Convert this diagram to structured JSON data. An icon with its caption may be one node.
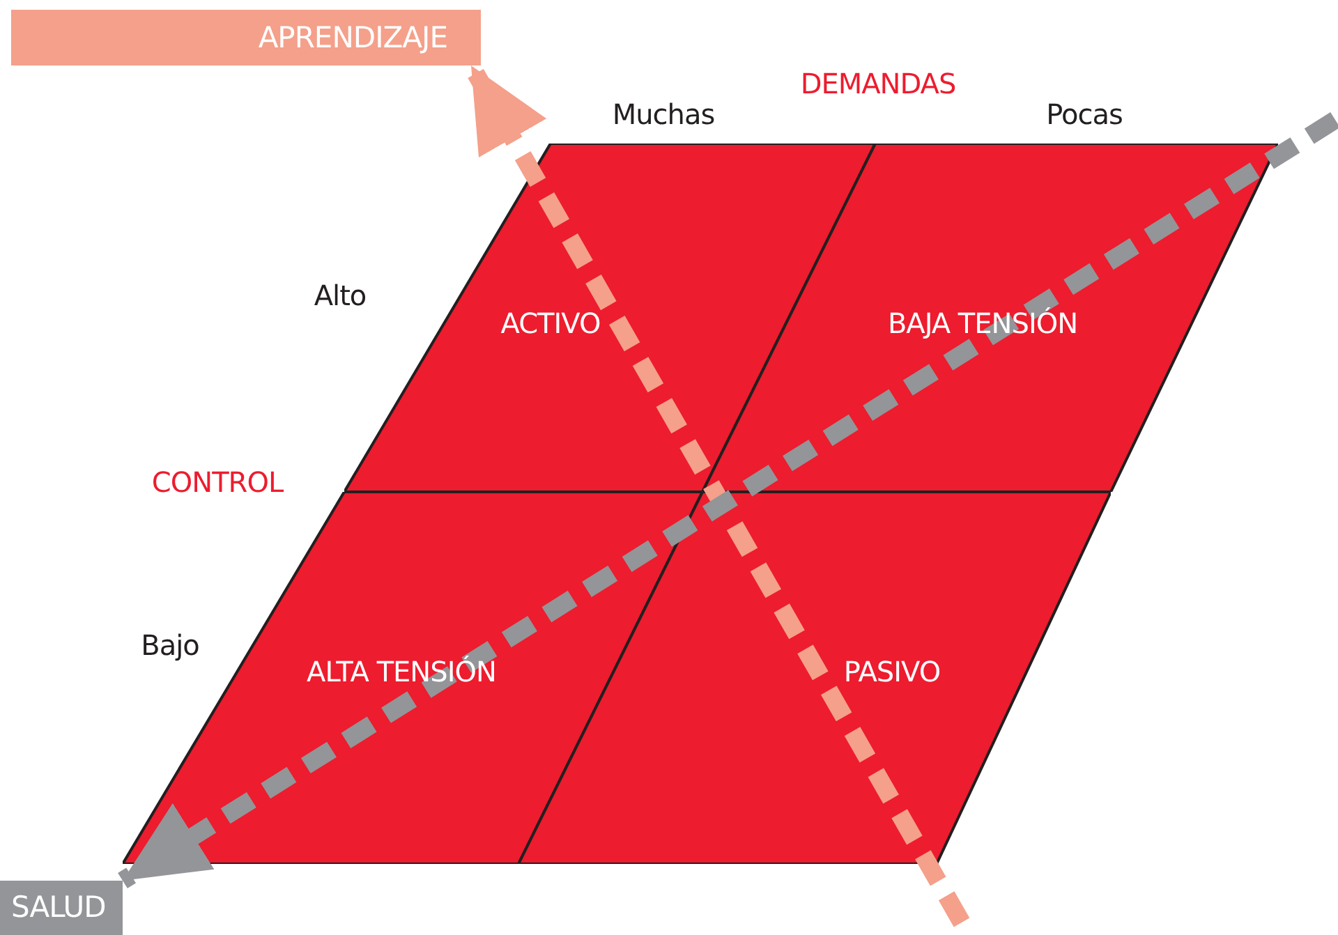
{
  "diagram": {
    "nodes": [
      {
        "text": [
          "APRENDIZAJE"
        ]
      },
      {
        "text": [
          "ACTIVO"
        ]
      },
      {
        "text": [
          "BAJA TENSIÓN"
        ]
      },
      {
        "text": [
          "ALTA TENSIÓN"
        ]
      },
      {
        "text": [
          "PASIVO"
        ]
      },
      {
        "text": [
          "SALUD"
        ]
      }
    ],
    "edges": [
      {
        "from": null,
        "to": 0,
        "arrow": "to",
        "style": "dashed",
        "color": "#f4a08a"
      },
      {
        "from": null,
        "to": 5,
        "arrow": "to",
        "style": "dashed",
        "color": "#939598"
      }
    ],
    "labels": [
      "DEMANDAS",
      "Muchas",
      "Pocas",
      "Alto",
      "CONTROL",
      "Bajo"
    ]
  }
}
